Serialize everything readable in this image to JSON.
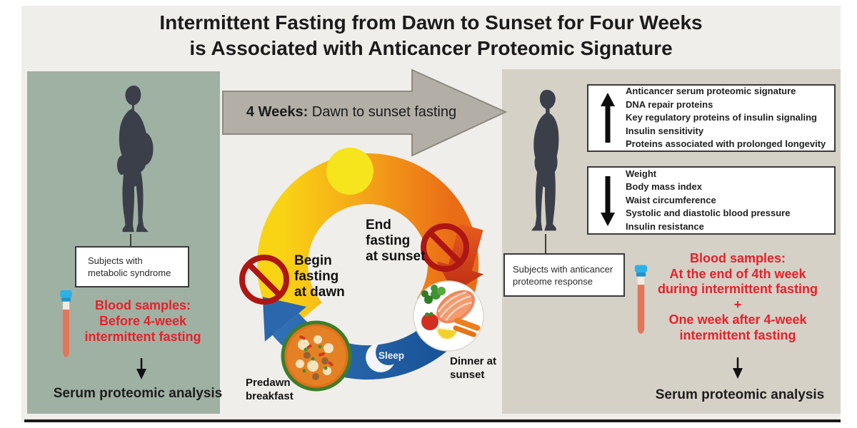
{
  "title": {
    "line1": "Intermittent Fasting from Dawn to Sunset for Four Weeks",
    "line2": "is Associated with Anticancer Proteomic Signature"
  },
  "timeline": {
    "weeks_bold": "4 Weeks:",
    "label": " Dawn to sunset fasting"
  },
  "left_panel": {
    "subjects_box": {
      "line1": "Subjects with",
      "line2": "metabolic syndrome"
    },
    "blood_samples": {
      "heading": "Blood samples:",
      "line1": "Before 4-week",
      "line2": "intermittent fasting"
    },
    "analysis_label": "Serum proteomic analysis"
  },
  "cycle": {
    "begin": {
      "line1": "Begin",
      "line2": "fasting",
      "line3": "at dawn"
    },
    "end": {
      "line1": "End",
      "line2": "fasting",
      "line3": "at sunset"
    },
    "sleep": "Sleep",
    "dinner": {
      "line1": "Dinner at",
      "line2": "sunset"
    },
    "breakfast": {
      "line1": "Predawn",
      "line2": "breakfast"
    }
  },
  "right_panel": {
    "increased": [
      "Anticancer serum proteomic signature",
      "DNA repair proteins",
      "Key regulatory proteins of insulin signaling",
      "Insulin sensitivity",
      "Proteins associated with prolonged longevity"
    ],
    "decreased": [
      "Weight",
      "Body mass index",
      "Waist circumference",
      "Systolic and diastolic blood pressure",
      "Insulin resistance"
    ],
    "subjects_box": {
      "line1": "Subjects with anticancer",
      "line2": "proteome response"
    },
    "blood_samples": {
      "heading": "Blood samples:",
      "line1": "At the end of 4th week",
      "line2": "during intermittent fasting",
      "plus": "+",
      "line3": "One week after 4-week",
      "line4": "intermittent fasting"
    },
    "analysis_label": "Serum proteomic analysis"
  },
  "colors": {
    "canvas_bg": "#f0eeea",
    "left_panel_bg": "#9fb1a3",
    "right_panel_bg": "#d6d1c7",
    "accent_red_text": "#e8202a",
    "prohibition_red": "#ae1613",
    "day_yellow": "#f9d414",
    "day_orange": "#ea6c16",
    "night_blue": "#1e5a9e",
    "timeline_arrow_gray": "#b3afa7",
    "silhouette_dark": "#3b3f4a"
  },
  "icons": {
    "sun-icon": "☀",
    "moon-icon": "☽",
    "no-eating-icon": "🚫",
    "test-tube-icon": "🧪",
    "increase-arrow-icon": "↑",
    "decrease-arrow-icon": "↓",
    "timeline-arrow-icon": "→",
    "flow-arrow-icon": "↓"
  }
}
